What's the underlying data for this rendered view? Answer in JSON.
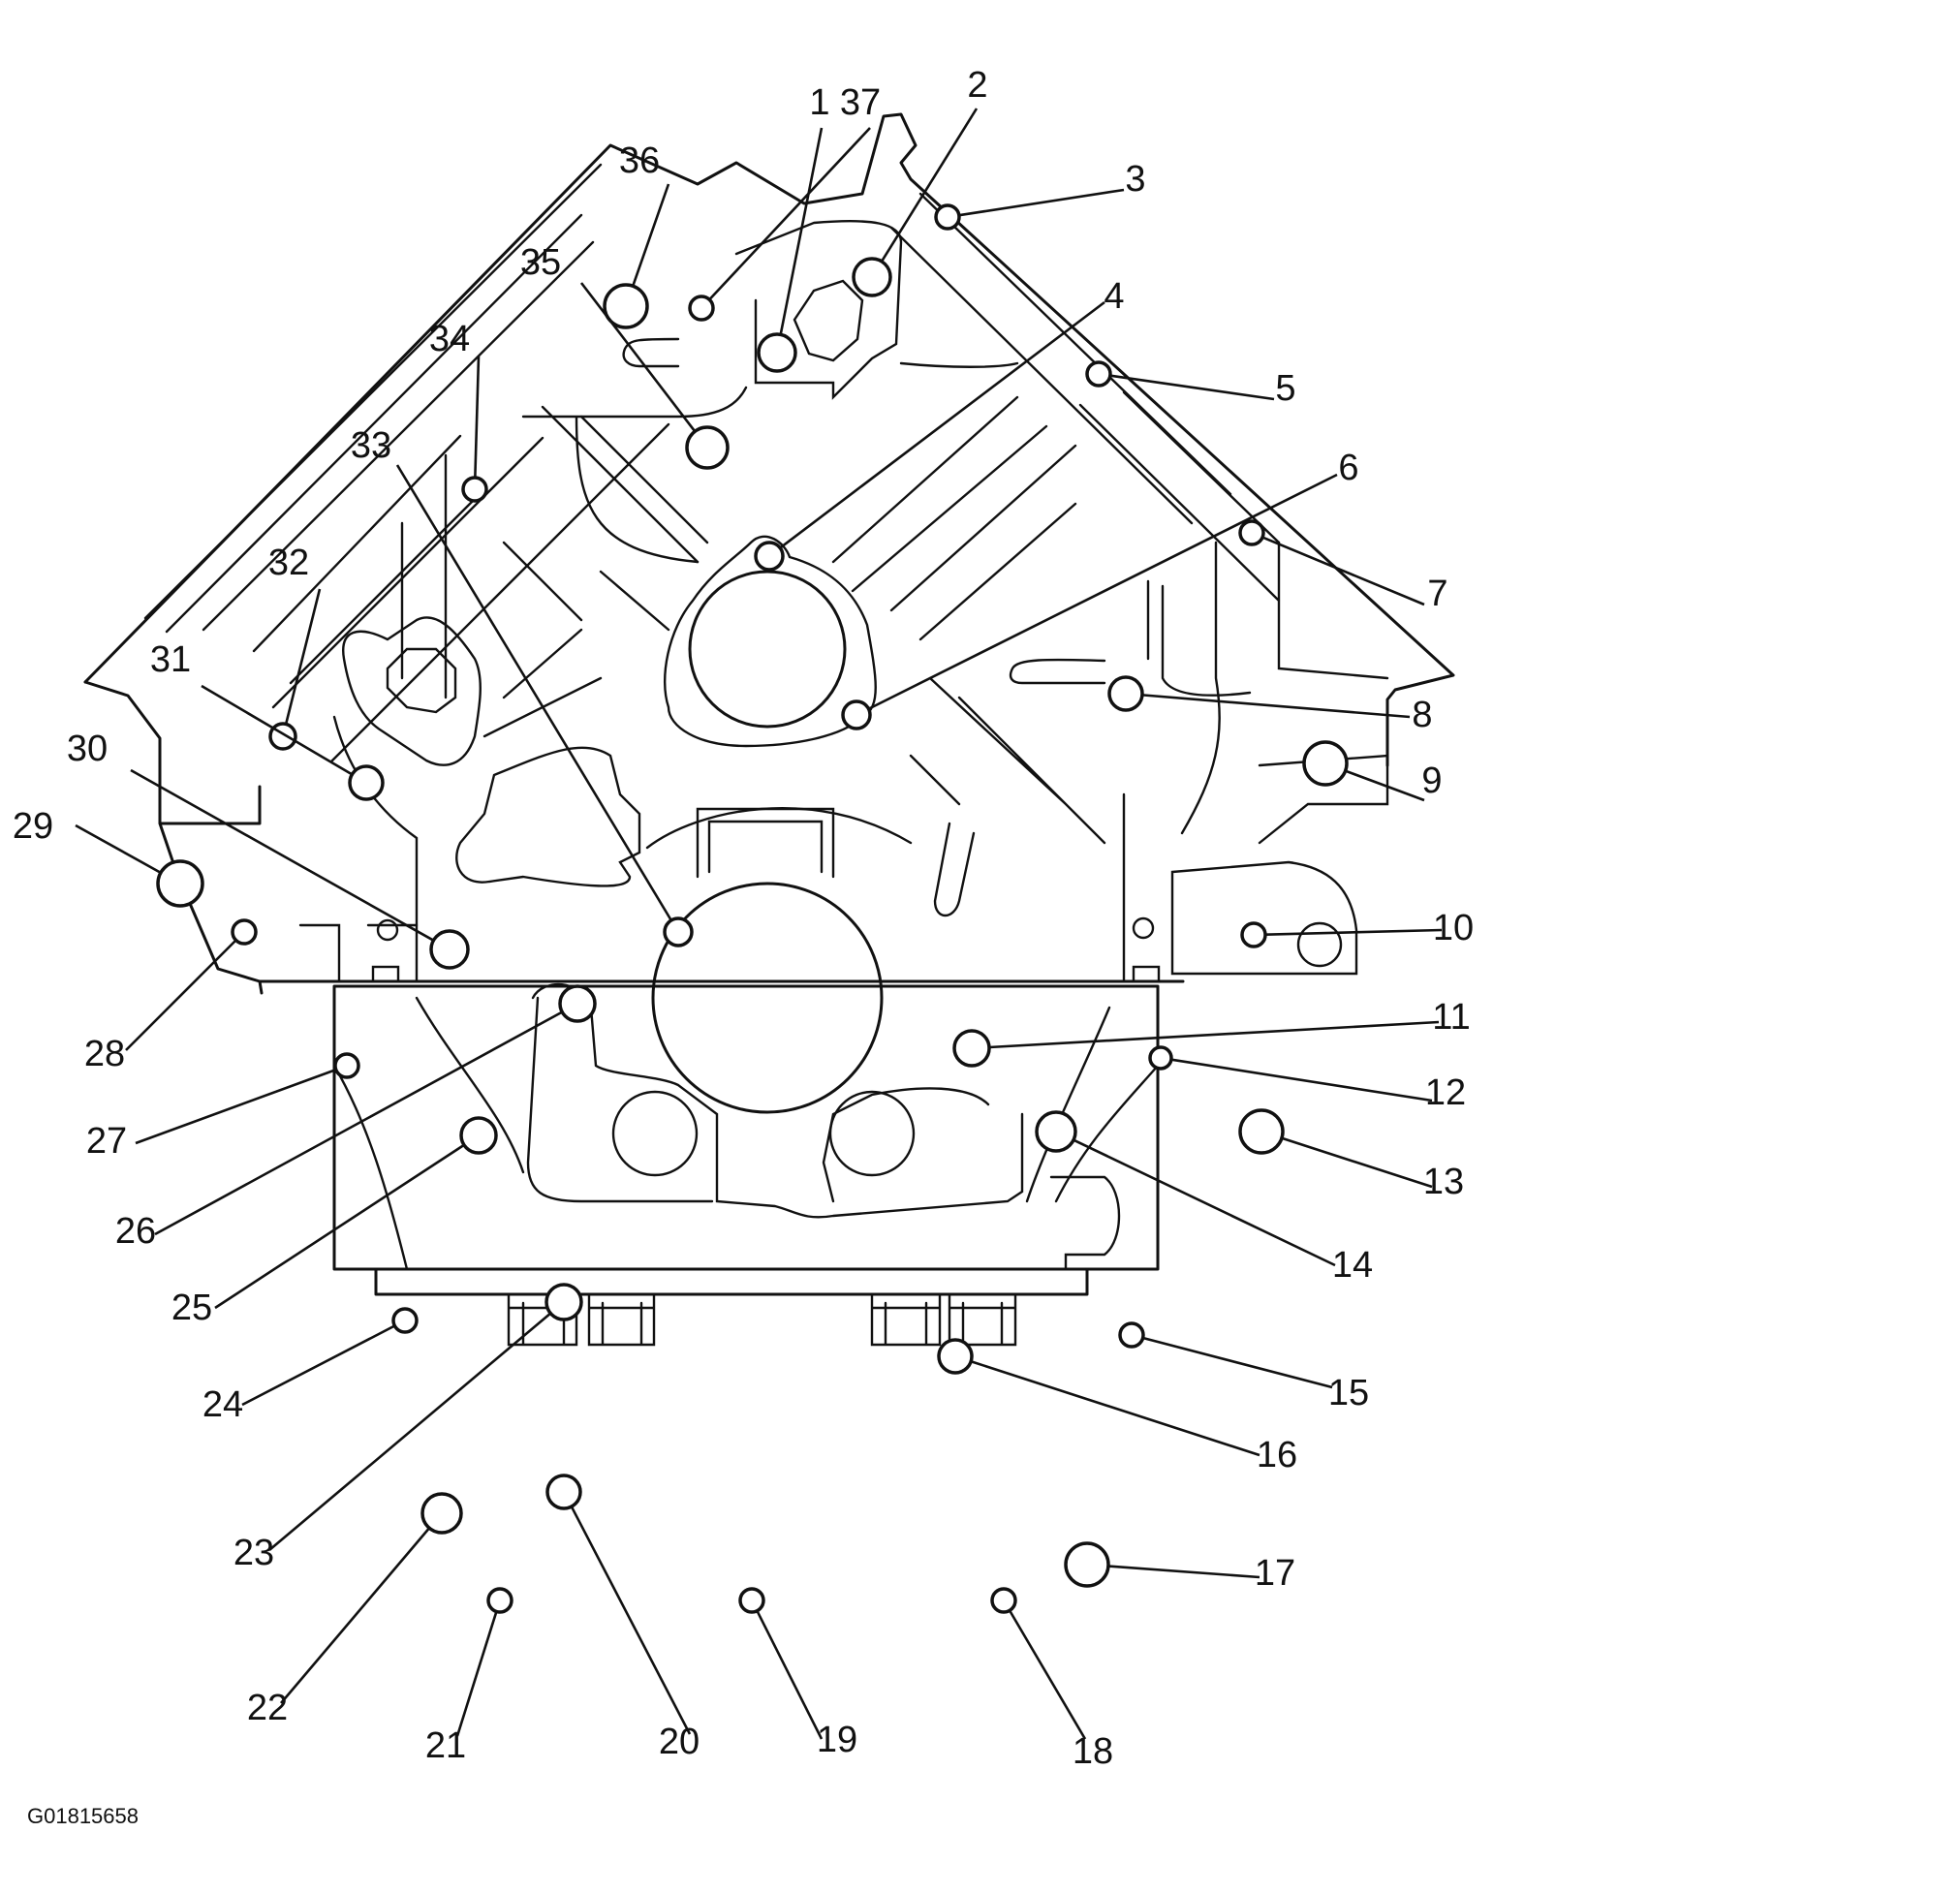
{
  "figure_code": "G01815658",
  "callouts": [
    "1",
    "2",
    "3",
    "4",
    "5",
    "6",
    "7",
    "8",
    "9",
    "10",
    "11",
    "12",
    "13",
    "14",
    "15",
    "16",
    "17",
    "18",
    "19",
    "20",
    "21",
    "22",
    "23",
    "24",
    "25",
    "26",
    "27",
    "28",
    "29",
    "30",
    "31",
    "32",
    "33",
    "34",
    "35",
    "36",
    "37"
  ]
}
